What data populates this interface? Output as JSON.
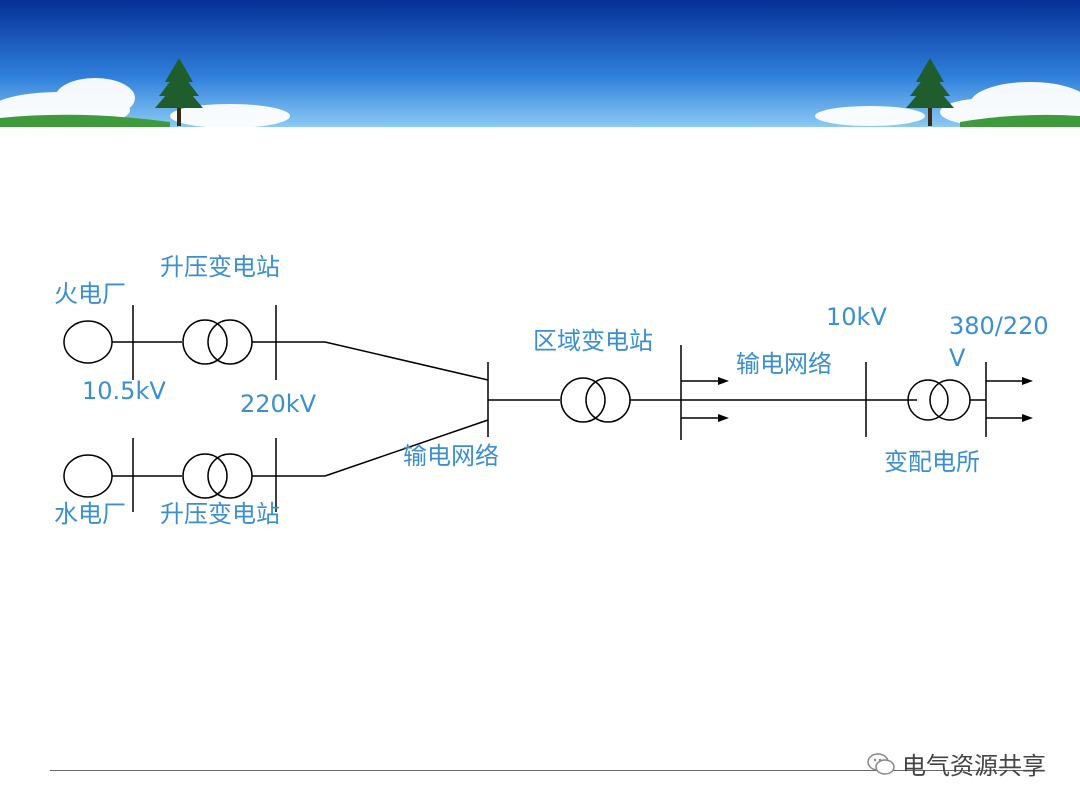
{
  "colors": {
    "label": "#3b8fd1",
    "sky_top": "#0b3fa8",
    "sky_bottom": "#5fb0ee",
    "grass": "#3e9a3a"
  },
  "labels": {
    "thermal_plant": "火电厂",
    "hydro_plant": "水电厂",
    "step_up_top": "升压变电站",
    "step_up_bottom": "升压变电站",
    "gen_voltage": "10.5kV",
    "trans_voltage": "220kV",
    "transmission_net_1": "输电网络",
    "regional_substation": "区域变电站",
    "transmission_net_2": "输电网络",
    "dist_voltage": "10kV",
    "low_voltage_line1": "380/220",
    "low_voltage_line2": "V",
    "distribution_substation": "变配电所"
  },
  "watermark": {
    "text": "电气资源共享",
    "icon": "wechat-icon"
  }
}
